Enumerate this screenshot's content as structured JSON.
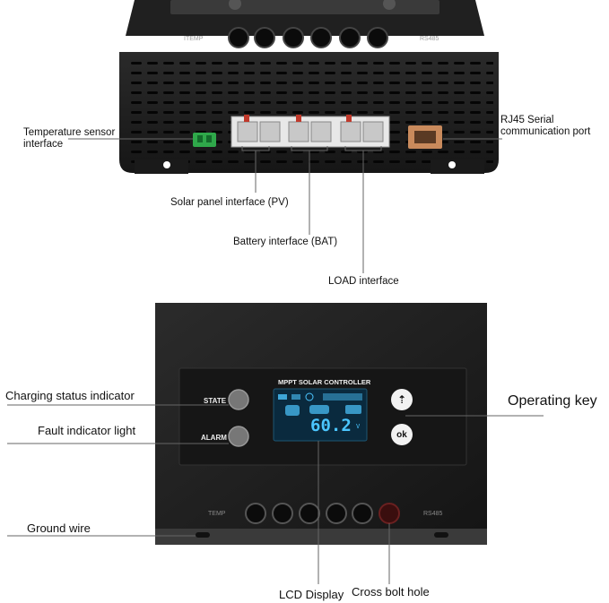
{
  "top_unit": {
    "port_labels": [
      "ITEMP",
      "RS485"
    ],
    "callouts": {
      "temperature_sensor": "Temperature sensor\ninterface",
      "rj45": "RJ45 Serial\ncommunication port",
      "solar_panel": "Solar panel interface (PV)",
      "battery": "Battery interface (BAT)",
      "load": "LOAD interface"
    }
  },
  "front_panel": {
    "title": "MPPT SOLAR CONTROLLER",
    "state_label": "STATE",
    "alarm_label": "ALARM",
    "display_value": "60.2",
    "display_unit": "V",
    "key_up_glyph": "⇡",
    "key_ok_label": "ok",
    "bottom_port_labels": [
      "TEMP",
      "RS485"
    ],
    "callouts": {
      "charging_status": "Charging status indicator",
      "fault": "Fault indicator light",
      "operating_key": "Operating key",
      "ground_wire": "Ground wire",
      "lcd_display": "LCD Display",
      "cross_bolt": "Cross bolt hole"
    }
  },
  "colors": {
    "housing": "#1c1c1c",
    "panel": "#161616",
    "lcd": "#0a2a3e",
    "lcd_text": "#4bc6ff",
    "terminal_block": "#e8e8e8",
    "green_connector": "#2fa84a",
    "rj45": "#c98a5c"
  }
}
